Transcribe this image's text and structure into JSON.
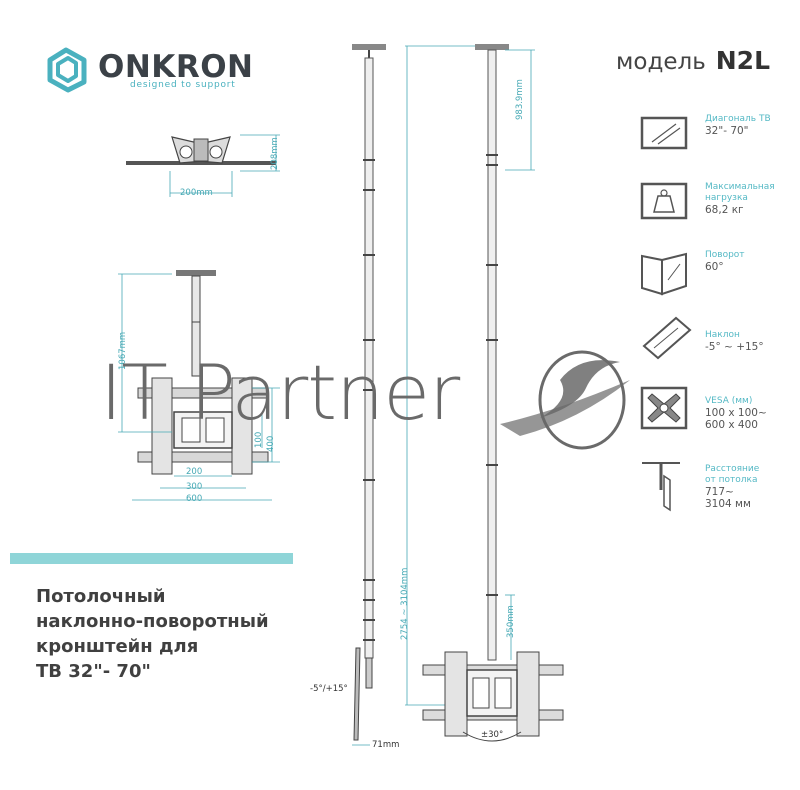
{
  "brand": {
    "name": "ONKRON",
    "tagline": "designed to support"
  },
  "model": {
    "label": "модель",
    "code": "N2L"
  },
  "product_title": {
    "lines": [
      "Потолочный",
      "наклонно-поворотный",
      "кронштейн для",
      "ТВ 32\"- 70\""
    ]
  },
  "specs": [
    {
      "icon": "tv-diagonal-icon",
      "label_lines": [
        "Диагональ ТВ"
      ],
      "value_lines": [
        "32\"- 70\""
      ]
    },
    {
      "icon": "weight-icon",
      "label_lines": [
        "Максимальная",
        "нагрузка"
      ],
      "value_lines": [
        "68,2 кг"
      ]
    },
    {
      "icon": "swivel-icon",
      "label_lines": [
        "Поворот"
      ],
      "value_lines": [
        "60°"
      ]
    },
    {
      "icon": "tilt-icon",
      "label_lines": [
        "Наклон"
      ],
      "value_lines": [
        "-5° ~ +15°"
      ]
    },
    {
      "icon": "vesa-icon",
      "label_lines": [
        "VESA (мм)"
      ],
      "value_lines": [
        "100 x 100~",
        "600 x 400"
      ]
    },
    {
      "icon": "ceiling-distance-icon",
      "label_lines": [
        "Расстояние",
        "от потолка"
      ],
      "value_lines": [
        "717~",
        "3104 мм"
      ]
    }
  ],
  "dimensions": {
    "top_width": "200mm",
    "top_height": "208mm",
    "front_pole": "1067mm",
    "front_100": "100",
    "front_400": "400",
    "front_200": "200",
    "front_300": "300",
    "front_600": "600",
    "side_tilt": "-5°/+15°",
    "side_depth": "71mm",
    "right_top": "983.9mm",
    "right_total": "2754 ~ 3104mm",
    "right_350": "350mm",
    "right_rotate": "±30°"
  },
  "watermark": {
    "text": "IT Partner"
  },
  "colors": {
    "accent": "#8fd5d8",
    "label": "#55b9c5",
    "line": "#4a4a4a",
    "dim": "#46a9b5"
  }
}
